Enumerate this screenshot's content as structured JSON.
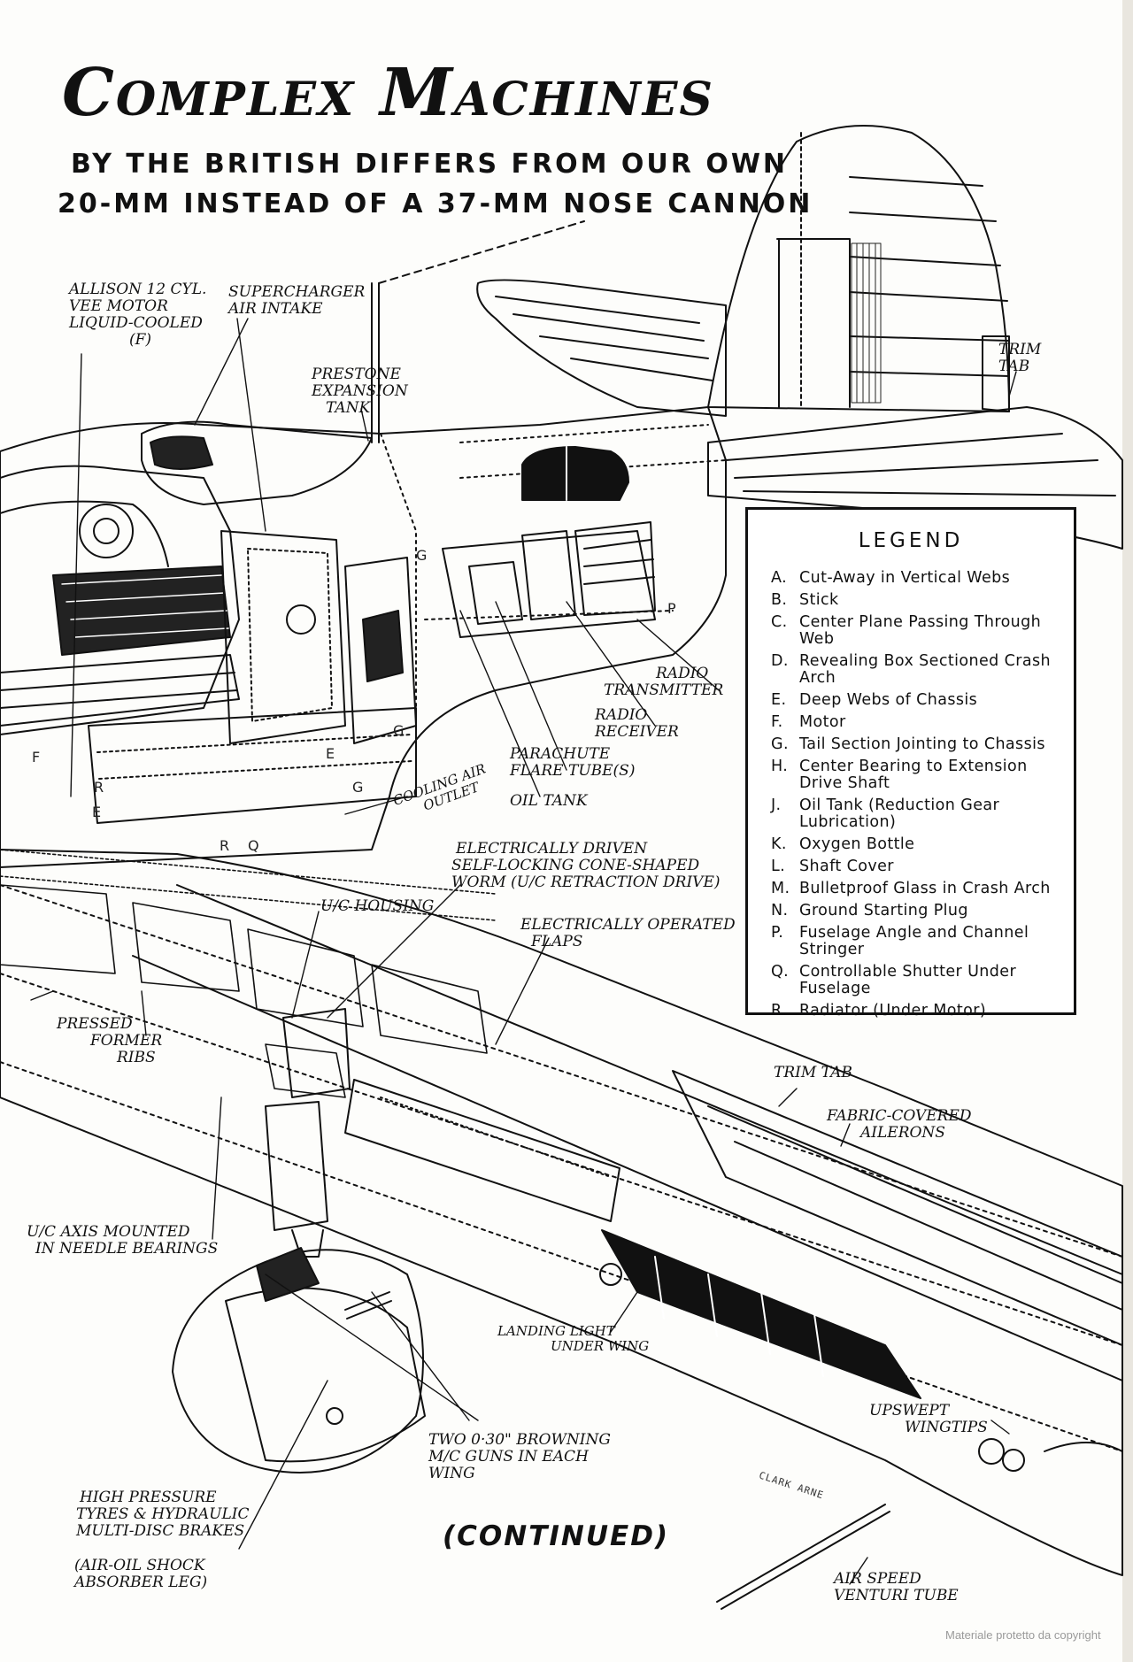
{
  "title": "Complex Machines",
  "subtitle": {
    "line1": "BY THE BRITISH DIFFERS FROM OUR OWN",
    "line2": "20-MM INSTEAD OF A 37-MM NOSE CANNON"
  },
  "labels": {
    "allison": [
      "ALLISON 12 CYL.",
      "VEE MOTOR",
      "LIQUID-COOLED",
      "(F)"
    ],
    "supercharger": [
      "SUPERCHARGER",
      "AIR INTAKE"
    ],
    "prestone": [
      "PRESTONE",
      "EXPANSION",
      "TANK"
    ],
    "trim_tab_tail": [
      "TRIM",
      "TAB"
    ],
    "radio_transmitter": [
      "RADIO",
      "TRANSMITTER"
    ],
    "radio_receiver": [
      "RADIO",
      "RECEIVER"
    ],
    "parachute": [
      "PARACHUTE",
      "FLARE TUBE(S)"
    ],
    "oil_tank": "OIL TANK",
    "cooling_air": [
      "COOLING AIR",
      "OUTLET"
    ],
    "worm_drive": [
      "ELECTRICALLY DRIVEN",
      "SELF-LOCKING CONE-SHAPED",
      "WORM (U/C RETRACTION DRIVE)"
    ],
    "uc_housing": "U/C HOUSING",
    "flaps": [
      "ELECTRICALLY OPERATED",
      "FLAPS"
    ],
    "pressed_former": [
      "PRESSED",
      "FORMER",
      "RIBS"
    ],
    "trim_tab_wing": "TRIM TAB",
    "ailerons": [
      "FABRIC-COVERED",
      "AILERONS"
    ],
    "uc_axis": [
      "U/C AXIS MOUNTED",
      "IN NEEDLE BEARINGS"
    ],
    "landing_light": [
      "LANDING LIGHT",
      "UNDER WING"
    ],
    "upswept": [
      "UPSWEPT",
      "WINGTIPS"
    ],
    "browning": [
      "TWO 0·30\" BROWNING",
      "M/C GUNS IN EACH",
      "WING"
    ],
    "brakes": [
      "HIGH PRESSURE",
      "TYRES & HYDRAULIC",
      "MULTI-DISC BRAKES"
    ],
    "shock": [
      "(AIR-OIL SHOCK",
      "ABSORBER LEG)"
    ],
    "venturi": [
      "AIR SPEED",
      "VENTURI TUBE"
    ]
  },
  "part_letters": {
    "g1": "G",
    "g2": "G",
    "g3": "G",
    "p": "P",
    "e1": "E",
    "e2": "E",
    "f": "F",
    "r1": "R",
    "r2": "R",
    "q": "Q"
  },
  "legend": {
    "title": "LEGEND",
    "items": [
      {
        "key": "A.",
        "text": "Cut-Away in Vertical Webs"
      },
      {
        "key": "B.",
        "text": "Stick"
      },
      {
        "key": "C.",
        "text": "Center Plane Passing Through Web"
      },
      {
        "key": "D.",
        "text": "Revealing Box Sectioned Crash Arch"
      },
      {
        "key": "E.",
        "text": "Deep Webs of Chassis"
      },
      {
        "key": "F.",
        "text": "Motor"
      },
      {
        "key": "G.",
        "text": "Tail Section Jointing to Chassis"
      },
      {
        "key": "H.",
        "text": "Center Bearing to Extension Drive Shaft"
      },
      {
        "key": "J.",
        "text": "Oil Tank (Reduction Gear Lubrication)"
      },
      {
        "key": "K.",
        "text": "Oxygen Bottle"
      },
      {
        "key": "L.",
        "text": "Shaft Cover"
      },
      {
        "key": "M.",
        "text": "Bulletproof Glass in Crash Arch"
      },
      {
        "key": "N.",
        "text": "Ground Starting Plug"
      },
      {
        "key": "P.",
        "text": "Fuselage Angle and Channel Stringer"
      },
      {
        "key": "Q.",
        "text": "Controllable Shutter Under Fuselage"
      },
      {
        "key": "R.",
        "text": "Radiator (Under Motor)"
      }
    ]
  },
  "continued": "(CONTINUED)",
  "signature": "CLARK ARNE",
  "watermark": "Materiale protetto da copyright"
}
